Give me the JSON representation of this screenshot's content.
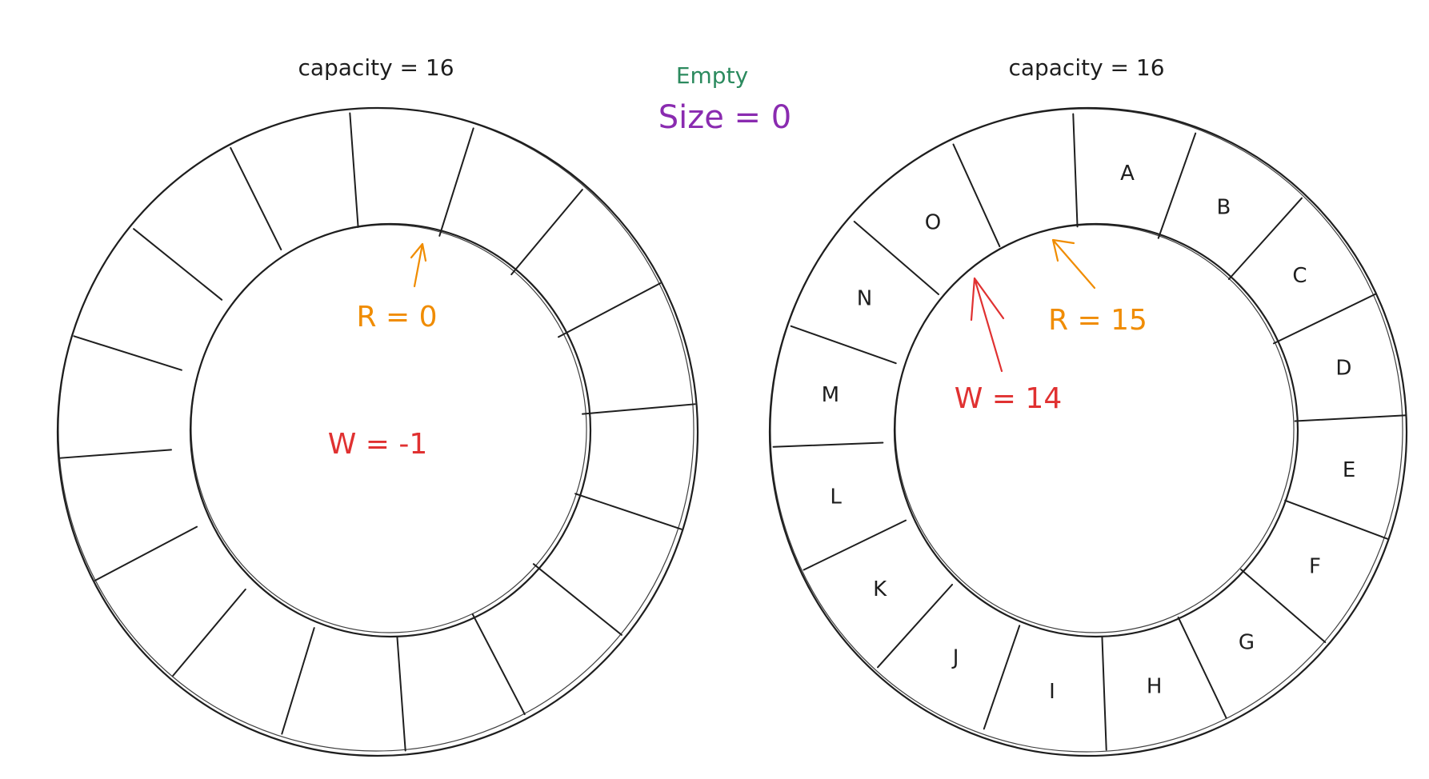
{
  "status": {
    "state_label": "Empty",
    "size_label": "Size = 0"
  },
  "colors": {
    "state": "#2b8a5e",
    "size": "#8a2bb0",
    "read_pointer": "#f08c00",
    "write_pointer": "#e03131",
    "stroke": "#1e1e1e"
  },
  "buffers": [
    {
      "capacity_label": "capacity = 16",
      "read_label": "R = 0",
      "write_label": "W = -1",
      "slots": [
        "",
        "",
        "",
        "",
        "",
        "",
        "",
        "",
        "",
        "",
        "",
        "",
        "",
        "",
        "",
        ""
      ]
    },
    {
      "capacity_label": "capacity = 16",
      "read_label": "R = 15",
      "write_label": "W = 14",
      "slots": [
        "A",
        "B",
        "C",
        "D",
        "E",
        "F",
        "G",
        "H",
        "I",
        "J",
        "K",
        "L",
        "M",
        "N",
        "O",
        ""
      ]
    }
  ]
}
